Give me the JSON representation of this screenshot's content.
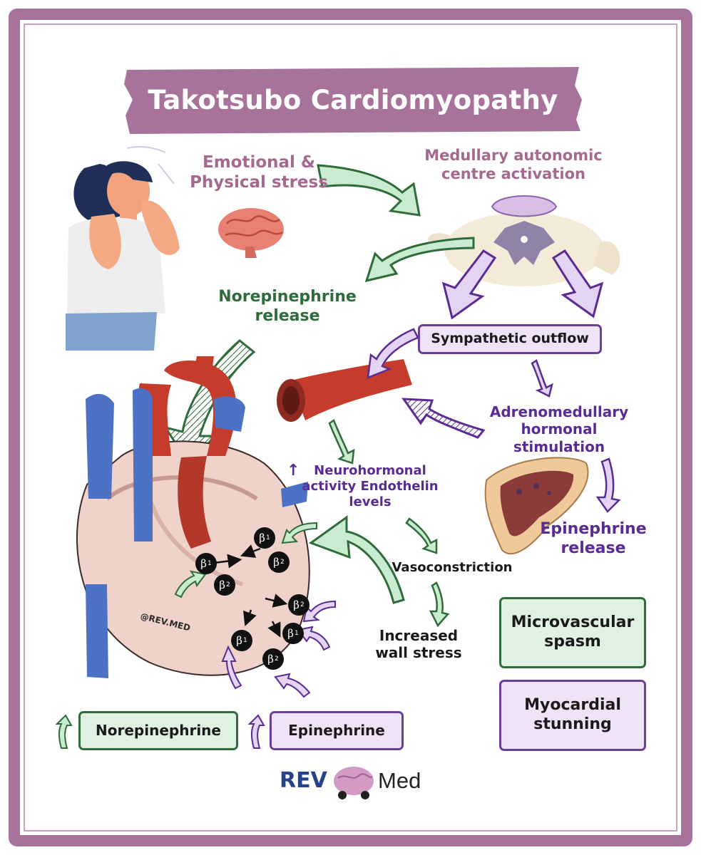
{
  "title": "Takotsubo Cardiomyopathy",
  "labels": {
    "stress": "Emotional & Physical stress",
    "medullary": "Medullary autonomic centre activation",
    "norepinephrine_release": "Norepinephrine release",
    "sympathetic_outflow": "Sympathetic outflow",
    "adrenomedullary": "Adrenomedullary hormonal stimulation",
    "neurohormonal_arrow": "↑",
    "neurohormonal": "Neurohormonal activity Endothelin levels",
    "epinephrine_release": "Epinephrine release",
    "vasoconstriction": "Vasoconstriction",
    "wall_stress": "Increased wall stress"
  },
  "boxes": {
    "microvascular": "Microvascular spasm",
    "myocardial": "Myocardial stunning",
    "norepinephrine": "Norepinephrine",
    "epinephrine": "Epinephrine"
  },
  "receptors": [
    {
      "symbol": "β",
      "sub": "1"
    },
    {
      "symbol": "β",
      "sub": "2"
    },
    {
      "symbol": "β",
      "sub": "1"
    },
    {
      "symbol": "β",
      "sub": "2"
    },
    {
      "symbol": "β",
      "sub": "2"
    },
    {
      "symbol": "β",
      "sub": "1"
    },
    {
      "symbol": "β",
      "sub": "1"
    },
    {
      "symbol": "β",
      "sub": "2"
    }
  ],
  "watermark": "@REV.MED",
  "logo": {
    "left": "REV",
    "right": "Med"
  },
  "colors": {
    "frame": "#a6739b",
    "title_band": "#a7739a",
    "green_arrow": "#c9ebcf",
    "purple_arrow": "#e4d4f3",
    "artery": "#c63c2c",
    "vein": "#4b72c4",
    "heart": "#efd3cb"
  }
}
